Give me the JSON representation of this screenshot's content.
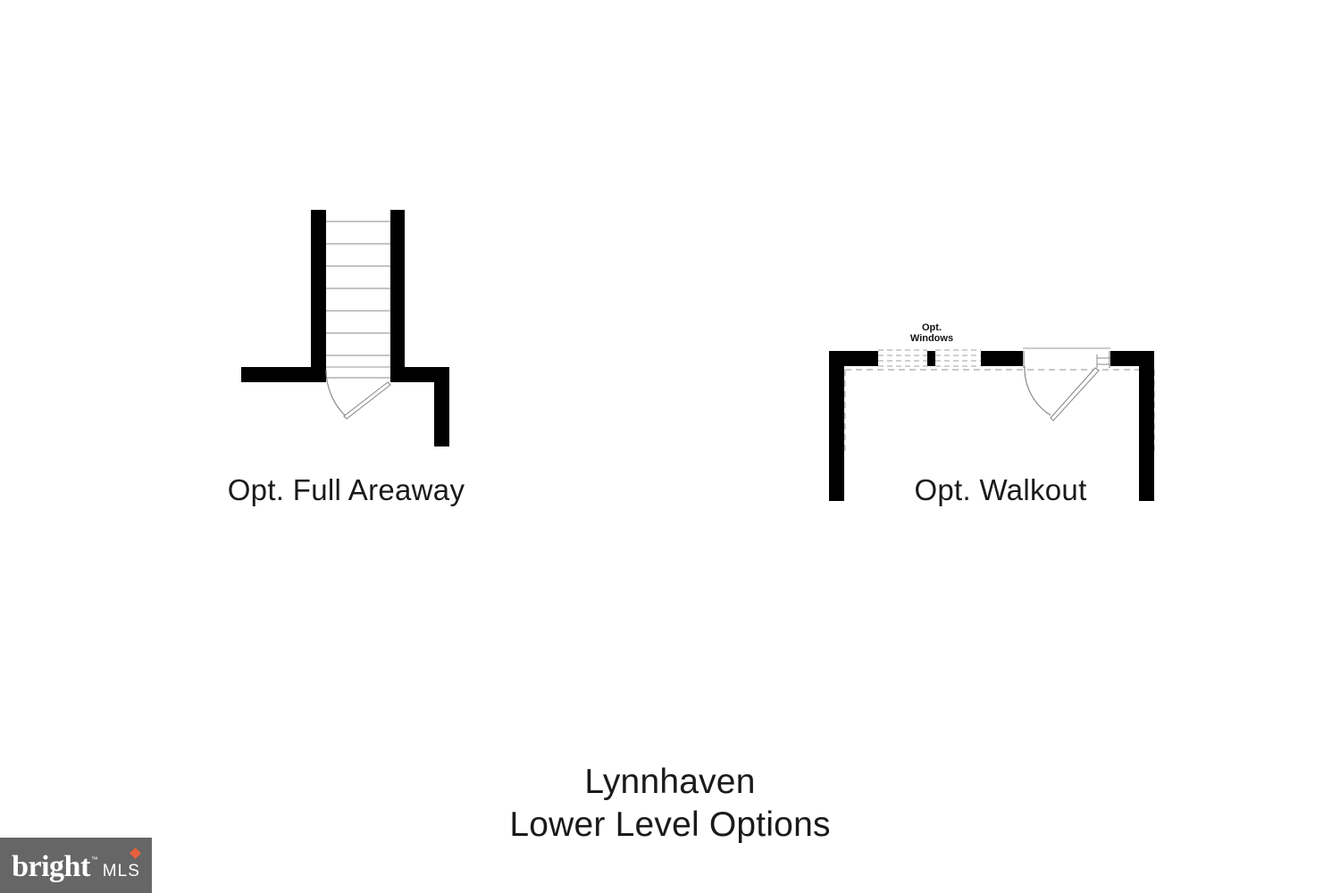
{
  "document": {
    "background_color": "#ffffff",
    "wall_color": "#000000",
    "thin_line_color": "#8a8a8a",
    "dashed_line_color": "#a8a8a8",
    "text_color": "#1a1a1a"
  },
  "title_block": {
    "plan_name": "Lynnhaven",
    "subtitle": "Lower Level Options"
  },
  "plans": [
    {
      "id": "areaway",
      "caption": "Opt. Full Areaway",
      "type": "floor-plan-option",
      "elements": {
        "stair_tread_count": 8,
        "door_swing": "inward-left",
        "walls": "black-filled"
      }
    },
    {
      "id": "walkout",
      "caption": "Opt. Walkout",
      "type": "floor-plan-option",
      "annotation": {
        "label_line_1": "Opt.",
        "label_line_2": "Windows"
      },
      "elements": {
        "window_units": 2,
        "door_swing": "inward-left",
        "walls": "black-filled",
        "interior_outline": "dashed"
      }
    }
  ],
  "watermark": {
    "brand": "bright",
    "suffix": "MLS",
    "trademark": "™",
    "background_color": "#666666",
    "accent_color": "#e8613c"
  }
}
